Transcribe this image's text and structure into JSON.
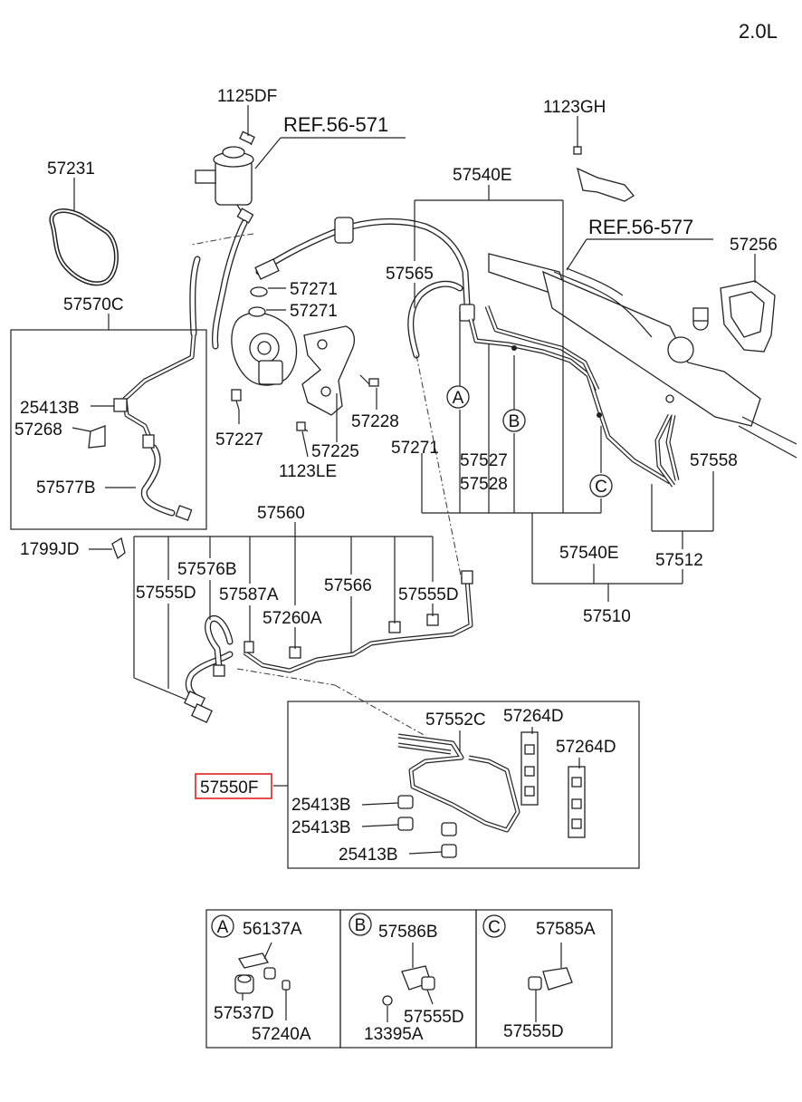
{
  "engine": "2.0L",
  "highlight_color": "#e02020",
  "references": {
    "ref1": "REF.56-571",
    "ref2": "REF.56-577"
  },
  "callouts": {
    "a": "A",
    "b": "B",
    "c": "C"
  },
  "labels": {
    "p1125DF": "1125DF",
    "p1123GH": "1123GH",
    "p57231": "57231",
    "p57540E_top": "57540E",
    "p57256": "57256",
    "p57570C": "57570C",
    "p57565": "57565",
    "p57271_a": "57271",
    "p57271_b": "57271",
    "p25413B_left": "25413B",
    "p57268": "57268",
    "p57227": "57227",
    "p57228": "57228",
    "p57225": "57225",
    "p1123LE": "1123LE",
    "p57271_c": "57271",
    "p57527": "57527",
    "p57528": "57528",
    "p57558": "57558",
    "p57577B": "57577B",
    "p57560": "57560",
    "p1799JD": "1799JD",
    "p57576B": "57576B",
    "p57555D_left": "57555D",
    "p57587A": "57587A",
    "p57566": "57566",
    "p57555D_mid": "57555D",
    "p57260A": "57260A",
    "p57540E_bot": "57540E",
    "p57512": "57512",
    "p57510": "57510",
    "p57552C": "57552C",
    "p57264D_a": "57264D",
    "p57264D_b": "57264D",
    "p57550F": "57550F",
    "p25413B_a": "25413B",
    "p25413B_b": "25413B",
    "p25413B_c": "25413B"
  },
  "detail_boxes": {
    "a": {
      "p56137A": "56137A",
      "p57537D": "57537D",
      "p57240A": "57240A"
    },
    "b": {
      "p57586B": "57586B",
      "p57555D": "57555D",
      "p13395A": "13395A"
    },
    "c": {
      "p57585A": "57585A",
      "p57555D": "57555D"
    }
  }
}
